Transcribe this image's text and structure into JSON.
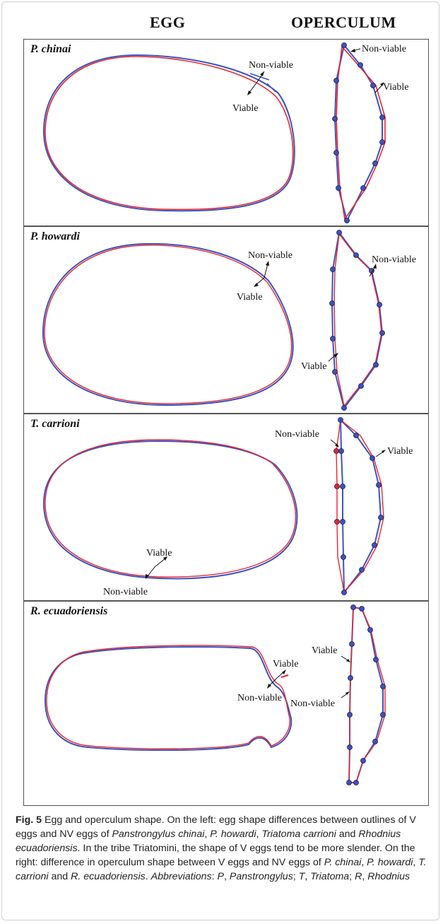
{
  "figure": {
    "column_headers": {
      "egg": "EGG",
      "operculum": "OPERCULUM"
    },
    "panels": [
      {
        "species": "P. chinai",
        "annotations": [
          "Non-viable",
          "Viable",
          "Non-viable",
          "Viable"
        ]
      },
      {
        "species": "P. howardi",
        "annotations": [
          "Non-viable",
          "Viable",
          "Non-viable",
          "Viable"
        ]
      },
      {
        "species": "T. carrioni",
        "annotations": [
          "Viable",
          "Non-viable",
          "Non-viable",
          "Viable"
        ]
      },
      {
        "species": "R. ecuadoriensis",
        "annotations": [
          "Viable",
          "Non-viable",
          "Viable",
          "Non-viable"
        ]
      }
    ],
    "colors": {
      "viable": "#e8262b",
      "non_viable": "#3b52c4",
      "landmark": "#2e3c8a"
    }
  },
  "caption": {
    "fig_label": "Fig. 5",
    "part1": " Egg and operculum shape. On the left: egg shape differences between outlines of V eggs and NV eggs of ",
    "sp1": "Panstrongylus chinai",
    "sep1": ", ",
    "sp2": "P. howardi",
    "sep2": ", ",
    "sp3": "Triatoma carrioni",
    "and1": " and ",
    "sp4": "Rhodnius ecuadoriensis",
    "part2": ". In the tribe Triatomini, the shape of V eggs tend to be more slender. On the right: difference in operculum shape between V eggs and NV eggs of ",
    "sp5": "P. chinai",
    "sep3": ", ",
    "sp6": "P. howardi",
    "sep4": ", ",
    "sp7": "T. carrioni",
    "and2": " and ",
    "sp8": "R. ecuadoriensis",
    "part3": ". ",
    "abbr_label": "Abbreviations",
    "part4": ": ",
    "ab1": "P",
    "ab1d": ", ",
    "ab1n": "Panstrongylus",
    "sep5": "; ",
    "ab2": "T",
    "ab2d": ", ",
    "ab2n": "Triatoma",
    "sep6": "; ",
    "ab3": "R",
    "ab3d": ", ",
    "ab3n": "Rhodnius"
  }
}
